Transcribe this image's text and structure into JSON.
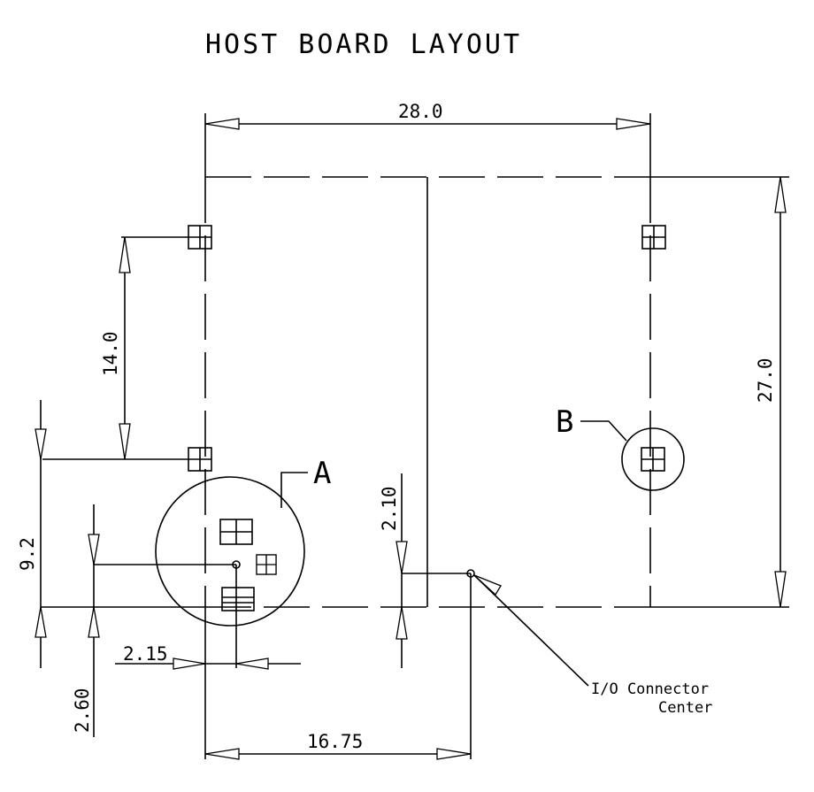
{
  "title": "HOST BOARD LAYOUT",
  "dimensions": {
    "width": "28.0",
    "height": "27.0",
    "hole_spacing": "14.0",
    "bottom_offset": "9.2",
    "circle_a_offset": "2.60",
    "circle_a_x": "2.15",
    "connector_y": "2.10",
    "connector_x": "16.75"
  },
  "labels": {
    "a": "A",
    "b": "B",
    "connector_line1": "I/O Connector",
    "connector_line2": "Center"
  }
}
